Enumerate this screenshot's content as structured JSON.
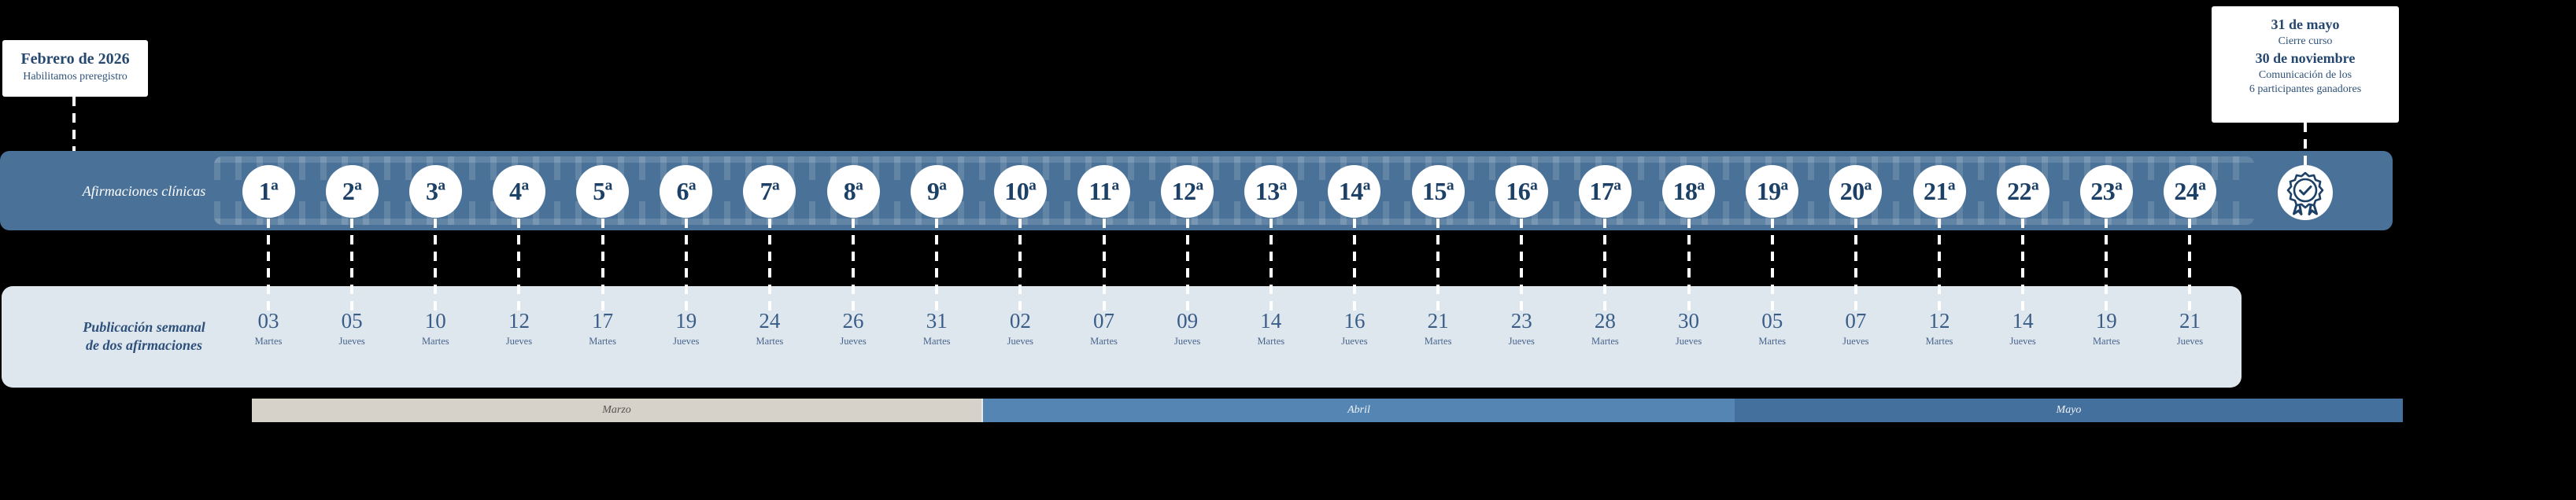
{
  "left_box": {
    "title": "Febrero de 2026",
    "subtitle": "Habilitamos preregistro"
  },
  "right_box": {
    "date1": "31 de mayo",
    "caption1": "Cierre curso",
    "date2": "30 de noviembre",
    "caption2_line1": "Comunicación de los",
    "caption2_line2": "6 participantes ganadores"
  },
  "timeline_bar": {
    "label": "Afirmaciones clínicas",
    "items": [
      "1ª",
      "2ª",
      "3ª",
      "4ª",
      "5ª",
      "6ª",
      "7ª",
      "8ª",
      "9ª",
      "10ª",
      "11ª",
      "12ª",
      "13ª",
      "14ª",
      "15ª",
      "16ª",
      "17ª",
      "18ª",
      "19ª",
      "20ª",
      "21ª",
      "22ª",
      "23ª",
      "24ª"
    ],
    "award_icon": "award-rosette-check",
    "bar_color": "#4a7197",
    "circle_text_color": "#1d4166"
  },
  "publication_panel": {
    "label_line1": "Publicación semanal",
    "label_line2": "de dos afirmaciones",
    "panel_color": "#dfe7ee",
    "dates": [
      {
        "day": "03",
        "weekday": "Martes"
      },
      {
        "day": "05",
        "weekday": "Jueves"
      },
      {
        "day": "10",
        "weekday": "Martes"
      },
      {
        "day": "12",
        "weekday": "Jueves"
      },
      {
        "day": "17",
        "weekday": "Martes"
      },
      {
        "day": "19",
        "weekday": "Jueves"
      },
      {
        "day": "24",
        "weekday": "Martes"
      },
      {
        "day": "26",
        "weekday": "Jueves"
      },
      {
        "day": "31",
        "weekday": "Martes"
      },
      {
        "day": "02",
        "weekday": "Jueves"
      },
      {
        "day": "07",
        "weekday": "Martes"
      },
      {
        "day": "09",
        "weekday": "Jueves"
      },
      {
        "day": "14",
        "weekday": "Martes"
      },
      {
        "day": "16",
        "weekday": "Jueves"
      },
      {
        "day": "21",
        "weekday": "Martes"
      },
      {
        "day": "23",
        "weekday": "Jueves"
      },
      {
        "day": "28",
        "weekday": "Martes"
      },
      {
        "day": "30",
        "weekday": "Jueves"
      },
      {
        "day": "05",
        "weekday": "Martes"
      },
      {
        "day": "07",
        "weekday": "Jueves"
      },
      {
        "day": "12",
        "weekday": "Martes"
      },
      {
        "day": "14",
        "weekday": "Jueves"
      },
      {
        "day": "19",
        "weekday": "Martes"
      },
      {
        "day": "21",
        "weekday": "Jueves"
      }
    ]
  },
  "months": [
    {
      "name": "Marzo",
      "color": "#d6d2ca",
      "text_color": "#55534f"
    },
    {
      "name": "Abril",
      "color": "#5585b2",
      "text_color": "#eef3f8"
    },
    {
      "name": "Mayo",
      "color": "#44709d",
      "text_color": "#eef3f8"
    }
  ]
}
